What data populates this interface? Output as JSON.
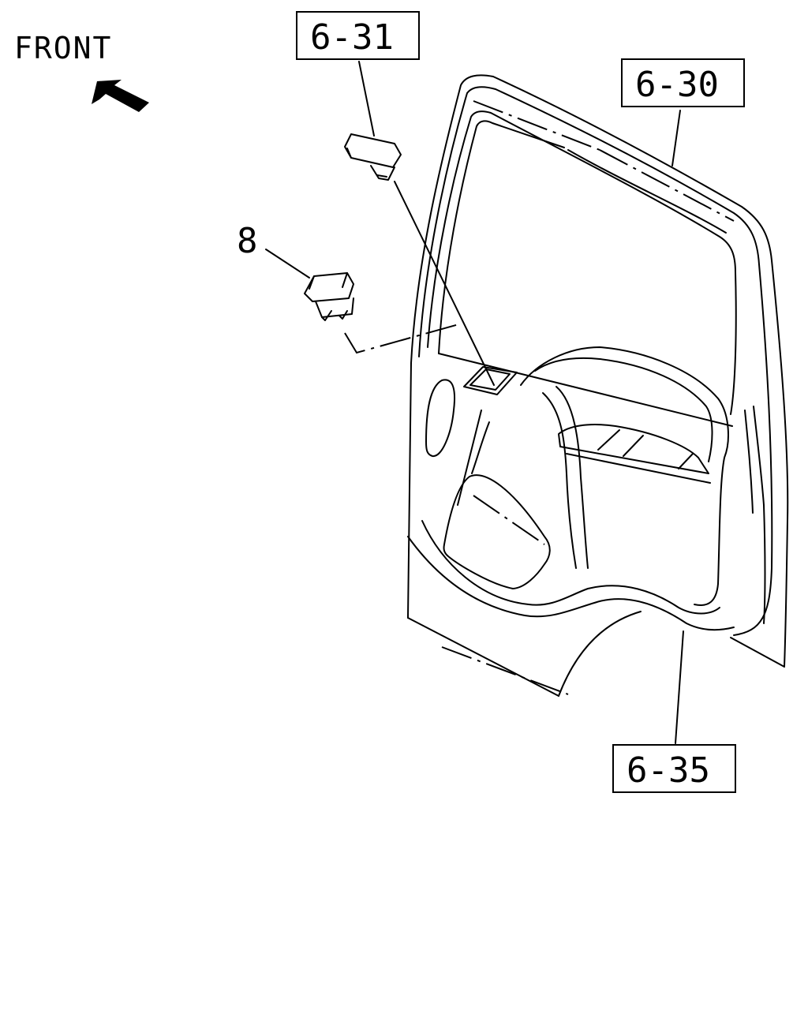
{
  "orientation": {
    "label": "FRONT",
    "arrow_icon": "arrow-front-icon"
  },
  "callouts": {
    "c6_31": "6-31",
    "c6_30": "6-30",
    "c6_35": "6-35",
    "c8": "8"
  }
}
